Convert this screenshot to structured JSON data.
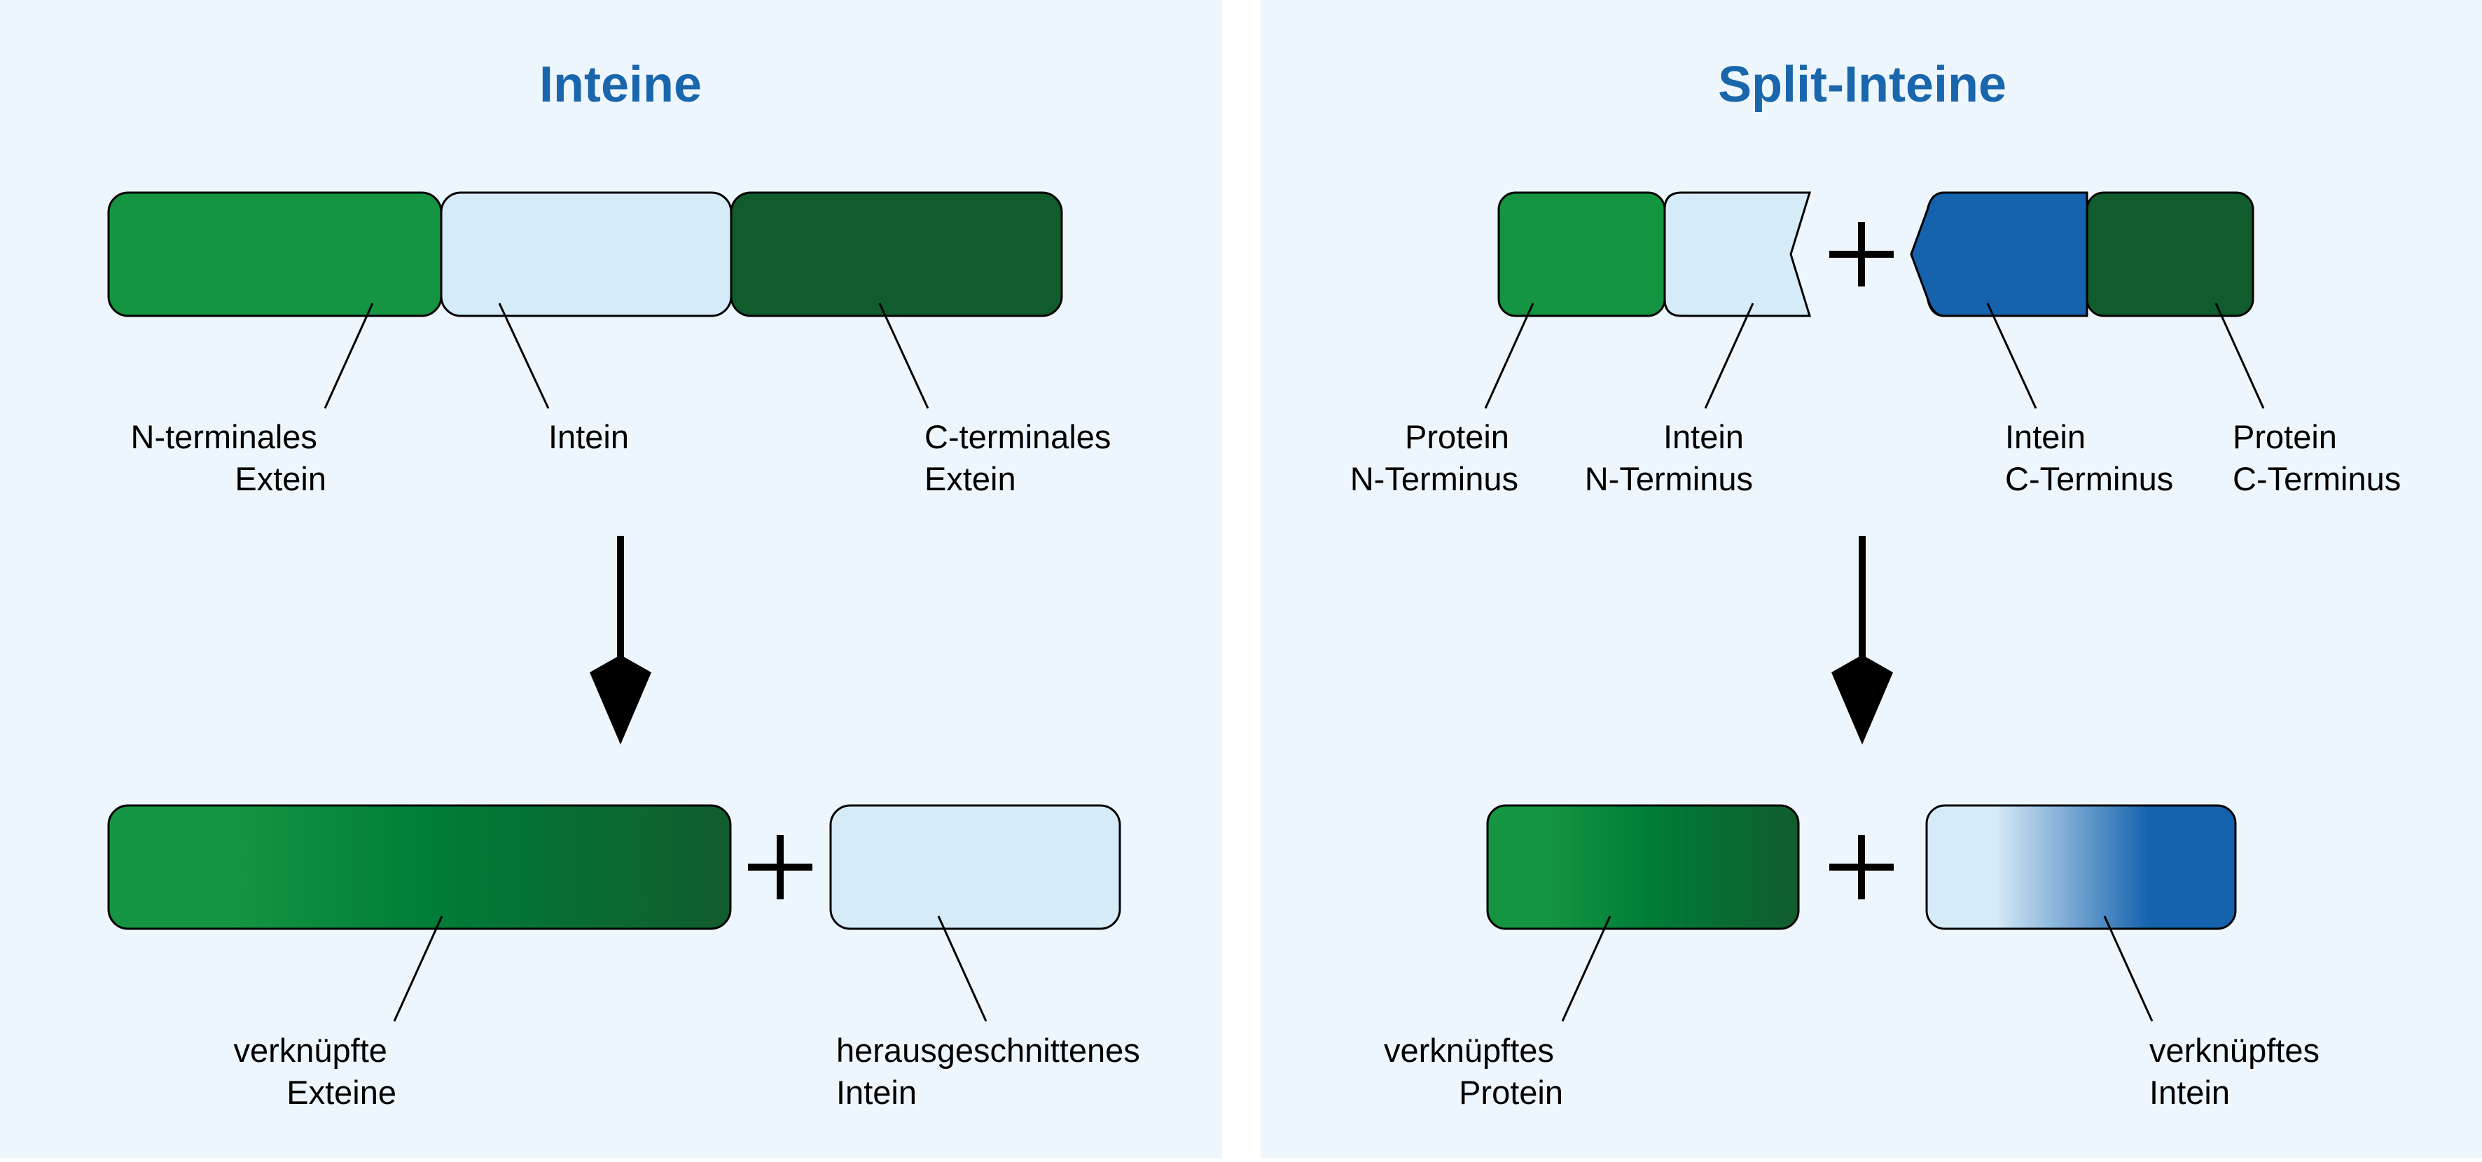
{
  "colors": {
    "panel_bg": "#eef6fd",
    "title": "#1a66ac",
    "extein_n": "#159441",
    "intein": "#d6ebf8",
    "extein_c": "#115c2d",
    "intein_c": "#1562ad",
    "extein_mid": "#007d37"
  },
  "left": {
    "title": "Inteine",
    "labels": {
      "n_extein": [
        "N-terminales",
        "Extein"
      ],
      "intein": "Intein",
      "c_extein": [
        "C-terminales",
        "Extein"
      ],
      "ligated": [
        "verknüpfte",
        "Exteine"
      ],
      "excised": [
        "herausgeschnittenes",
        "Intein"
      ]
    }
  },
  "right": {
    "title": "Split-Inteine",
    "labels": {
      "protein_n": [
        "Protein",
        "N-Terminus"
      ],
      "intein_n": [
        "Intein",
        "N-Terminus"
      ],
      "intein_c": [
        "Intein",
        "C-Terminus"
      ],
      "protein_c": [
        "Protein",
        "C-Terminus"
      ],
      "ligated_protein": [
        "verknüpftes",
        "Protein"
      ],
      "ligated_intein": [
        "verknüpftes",
        "Intein"
      ]
    }
  },
  "icons": {
    "reaction_arrow": "down-arrow-icon",
    "plus_sign": "plus-icon"
  }
}
